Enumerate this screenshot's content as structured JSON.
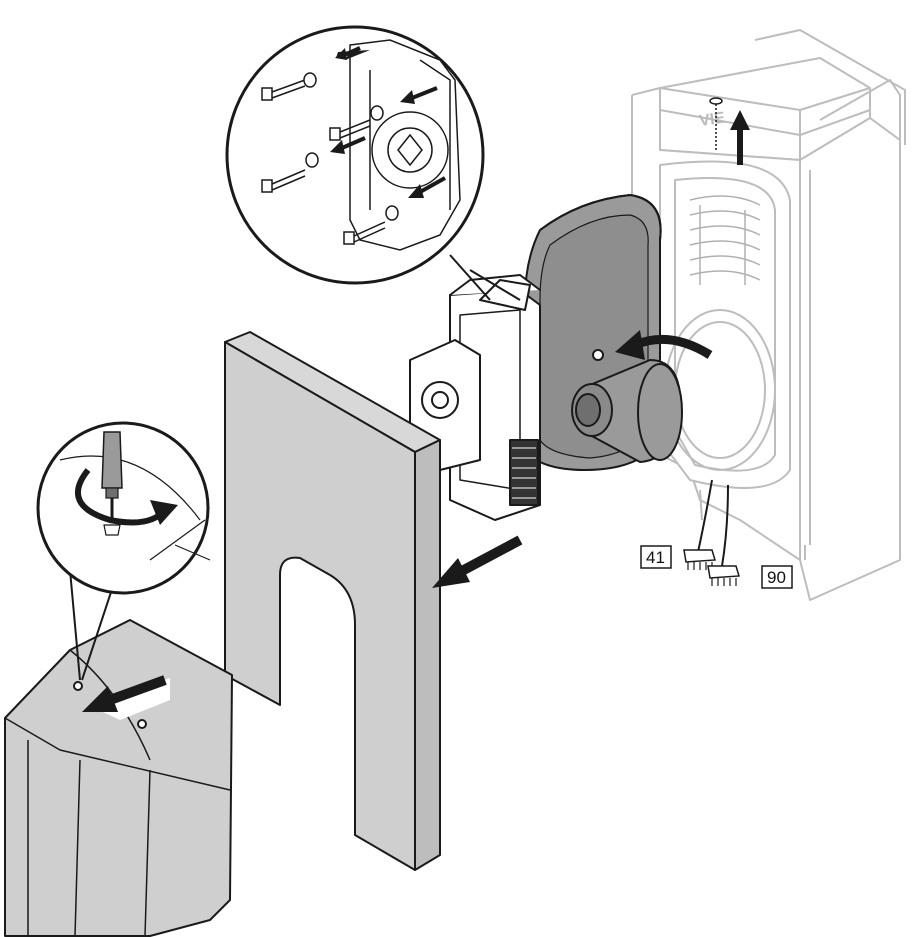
{
  "labels": {
    "connector_a": "41",
    "connector_b": "90",
    "brand": "VIE"
  },
  "colors": {
    "outline_dark": "#1a1a1a",
    "outline_light": "#bdbdbd",
    "panel_gray": "#cfcfcf",
    "burner_gray": "#9a9a9a",
    "arrow_dark": "#1a1a1a"
  },
  "icons": [
    "screw-icon",
    "washer-icon",
    "screwdriver-icon",
    "rotate-arrow-icon",
    "direction-arrow-icon",
    "connector-plug-icon"
  ]
}
